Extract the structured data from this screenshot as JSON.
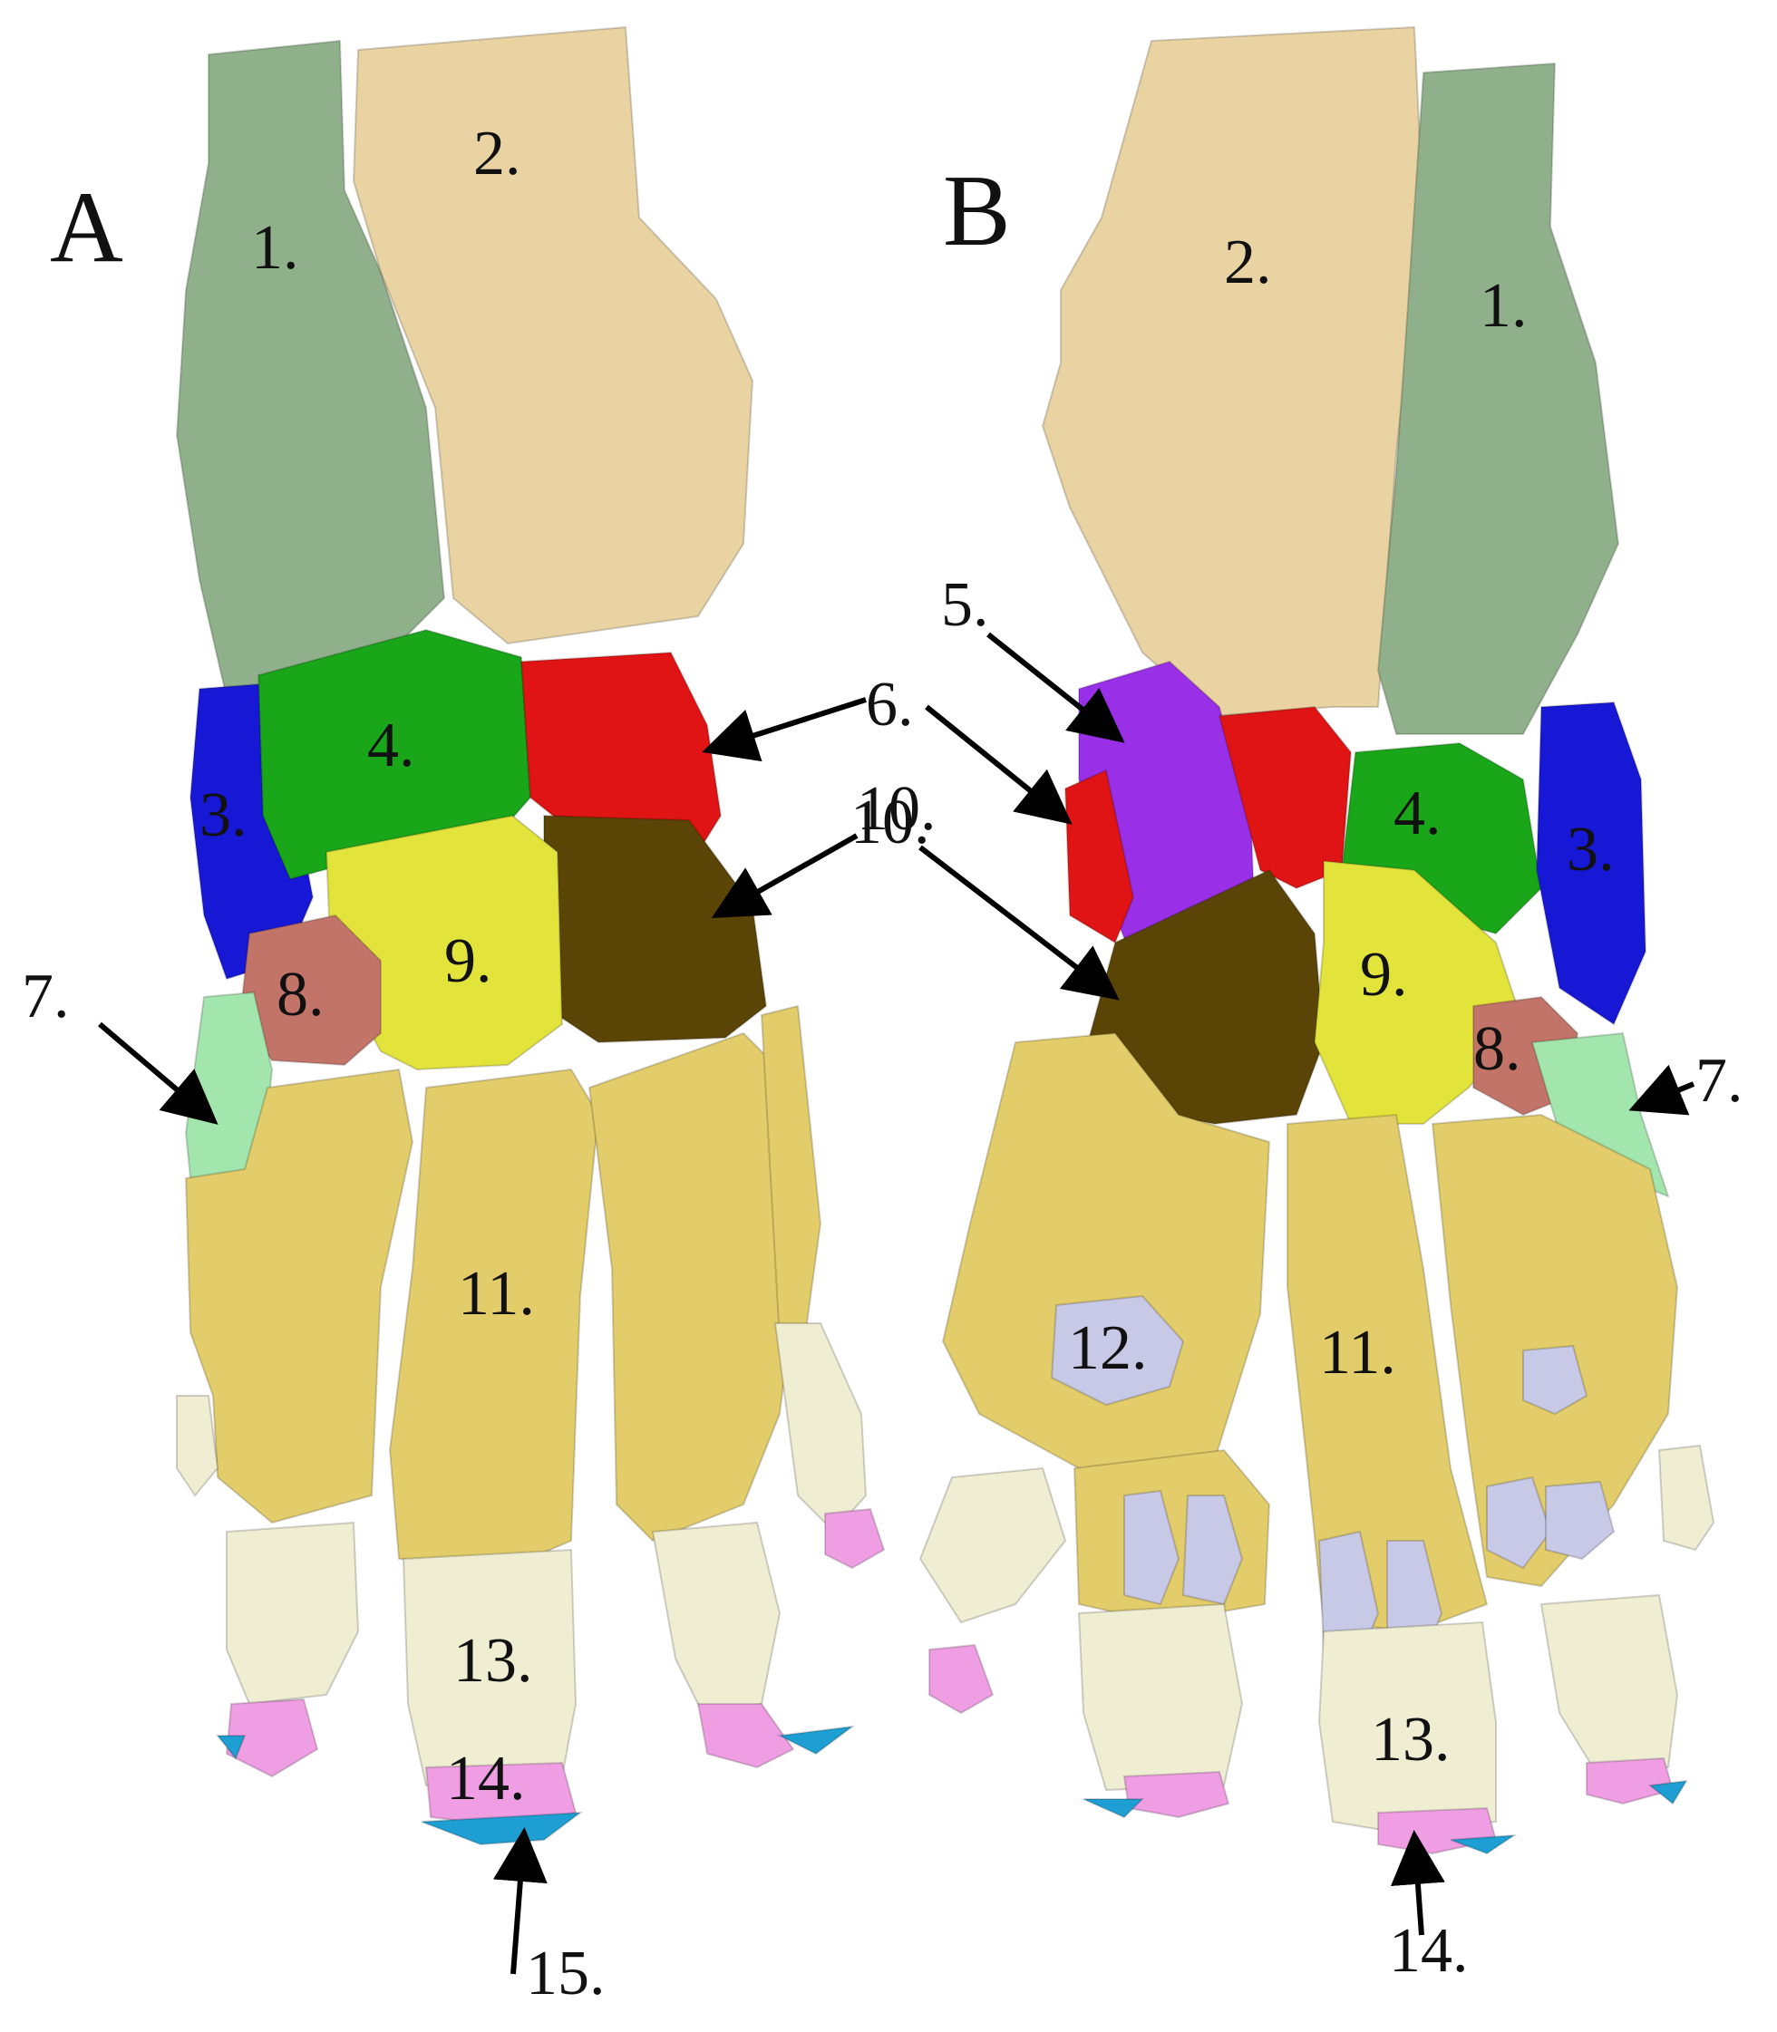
{
  "panels": {
    "a": {
      "label": "A"
    },
    "b": {
      "label": "B"
    }
  },
  "colors": {
    "bone_1": "#8fb08a",
    "bone_2": "#e9d3a2",
    "bone_3": "#1717d6",
    "bone_4": "#19a619",
    "bone_5": "#9a2fe8",
    "bone_6": "#e01414",
    "bone_7": "#a3e6ad",
    "bone_8": "#c27468",
    "bone_9": "#e3e43b",
    "bone_10": "#5b4506",
    "bone_11": "#e2cd6a",
    "bone_12": "#c8c9e6",
    "bone_13": "#efedd2",
    "bone_14": "#ef9ee3",
    "bone_15": "#1e9fd4"
  },
  "labels_a": {
    "l1": "1.",
    "l2": "2.",
    "l3": "3.",
    "l4": "4.",
    "l6": "6.",
    "l7": "7.",
    "l8": "8.",
    "l9": "9.",
    "l10": "10.",
    "l11": "11.",
    "l13": "13.",
    "l14": "14.",
    "l15": "15."
  },
  "labels_b": {
    "l1": "1.",
    "l2": "2.",
    "l3": "3.",
    "l4": "4.",
    "l5": "5.",
    "l7": "7.",
    "l8": "8.",
    "l9": "9.",
    "l10": "10.",
    "l11": "11.",
    "l12": "12.",
    "l13": "13.",
    "l14": "14."
  }
}
